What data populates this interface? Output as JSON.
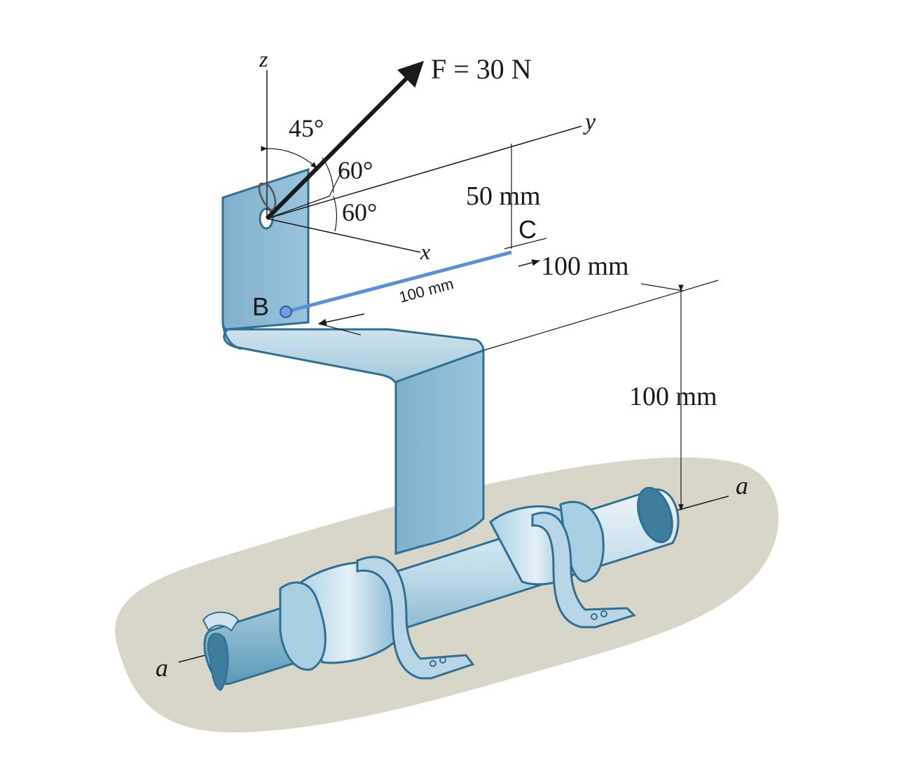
{
  "labels": {
    "z_axis": "z",
    "y_axis": "y",
    "x_axis": "x",
    "force": "F = 30 N",
    "angle_45": "45°",
    "angle_60_top": "60°",
    "angle_60_bottom": "60°",
    "dim_50": "50 mm",
    "point_c": "C",
    "dim_100_right": "100 mm",
    "dim_100_bar": "100 mm",
    "point_b": "B",
    "dim_100_vertical": "100 mm",
    "axis_a_right": "a",
    "axis_a_left": "a"
  },
  "colors": {
    "bracket_fill": "#8ab8d2",
    "bracket_edge": "#2f6f93",
    "bracket_light": "#b9d6e6",
    "pipe_light": "#d7e9f2",
    "pipe_dark": "#5c9ab8",
    "ground": "#d8d6c8",
    "rod_blue": "#5b8fd6",
    "line": "#1a1a1a"
  }
}
